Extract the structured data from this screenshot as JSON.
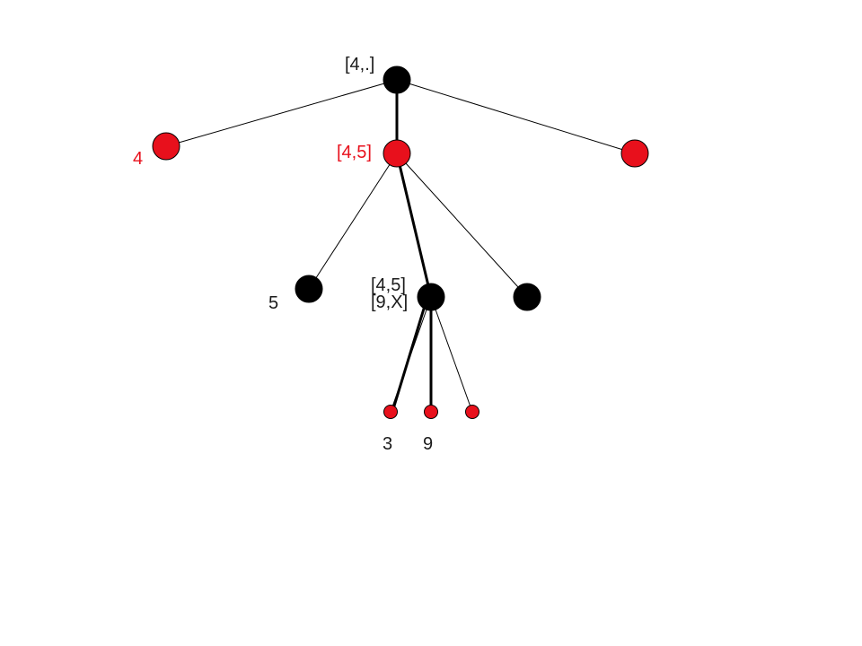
{
  "colors": {
    "black_node": "#000000",
    "red_node": "#e8101c",
    "edge": "#000000",
    "red_label": "#e8101c",
    "black_label": "#1a1a1a"
  },
  "labels": {
    "root": "[4,.]",
    "left_leaf": "4",
    "middle": "[4,5]",
    "lower_left": "5",
    "center_top": "[4,5]",
    "center_bottom": "[9,X]",
    "bottom_left": "3",
    "bottom_center": "9"
  }
}
